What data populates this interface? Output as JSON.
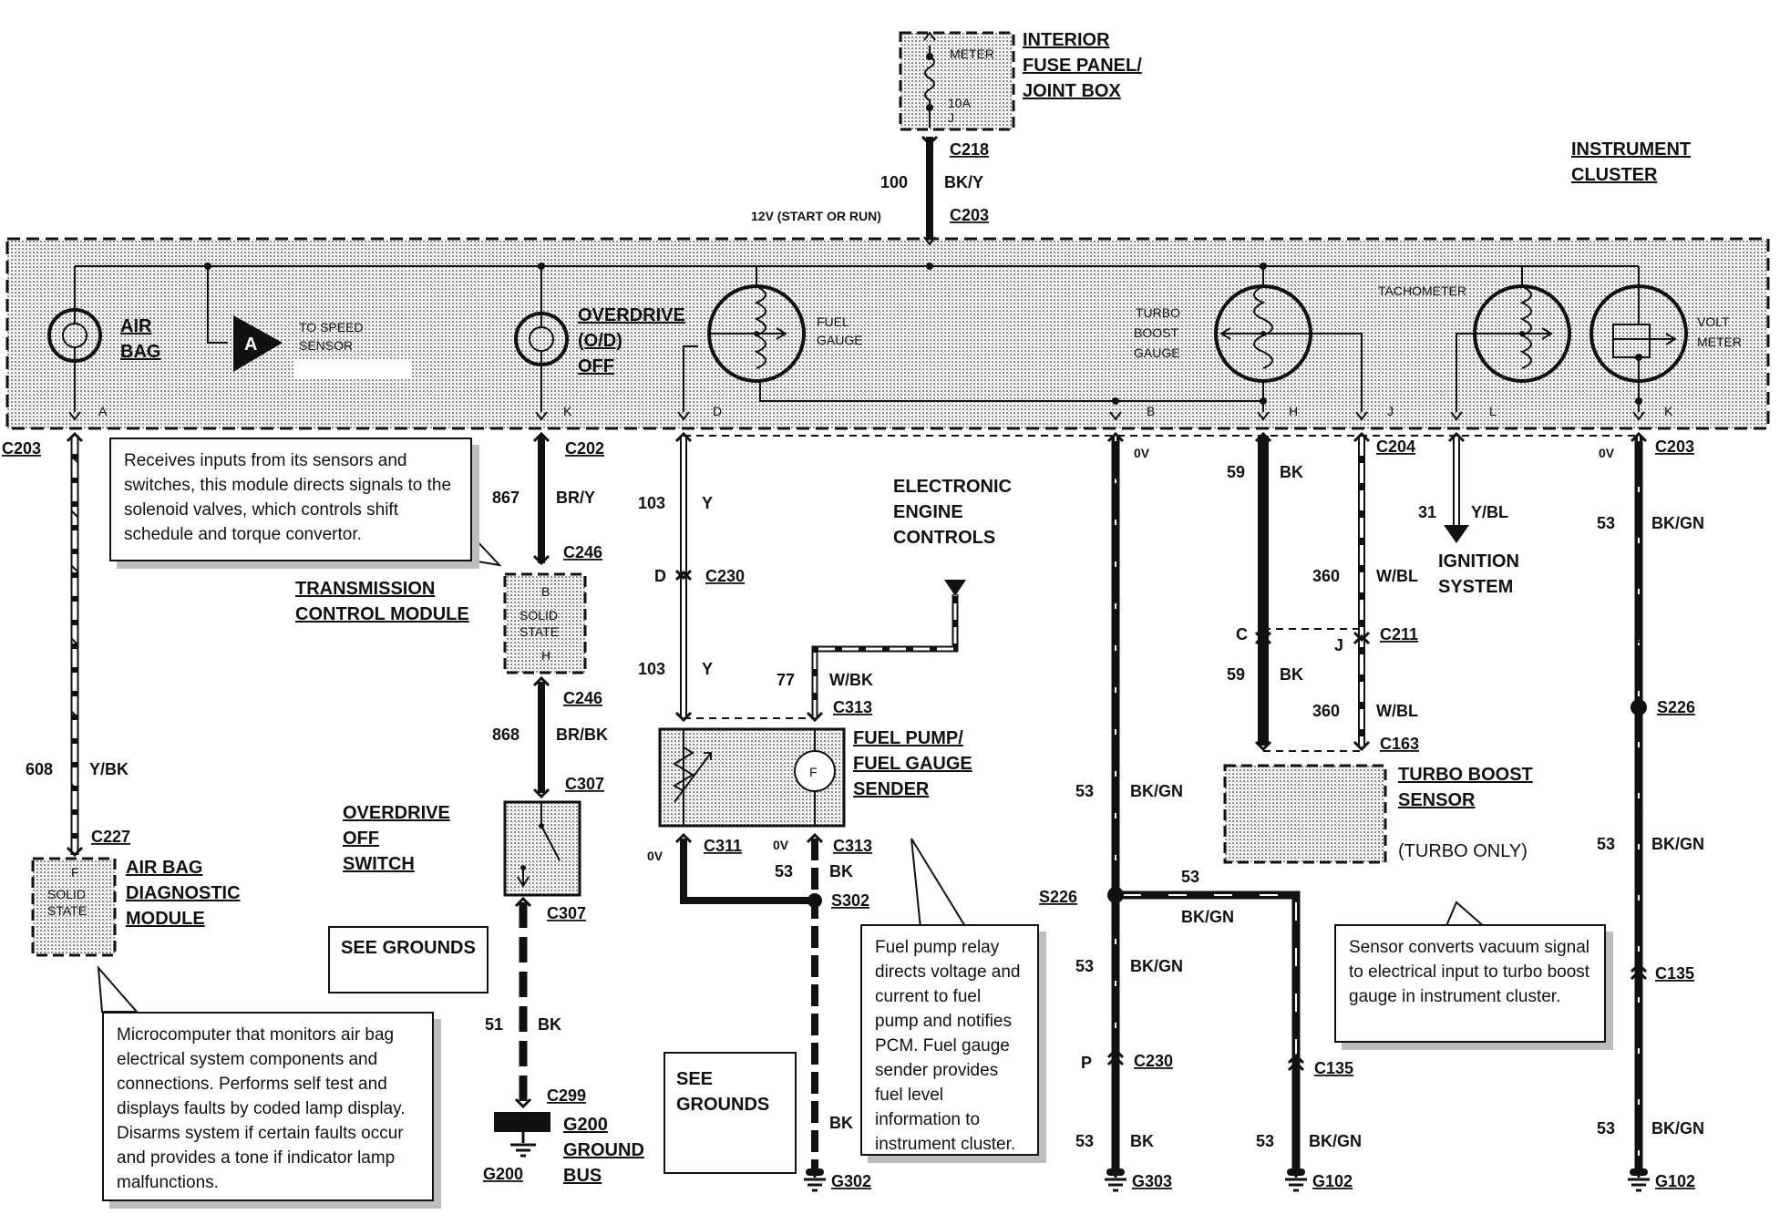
{
  "components": {
    "fuse_panel": {
      "title1": "INTERIOR",
      "title2": "FUSE PANEL/",
      "title3": "JOINT BOX",
      "meter": "METER",
      "amp": "10A",
      "pin": "J"
    },
    "instrument_cluster": {
      "title1": "INSTRUMENT",
      "title2": "CLUSTER"
    },
    "airbag_lamp": {
      "l1": "AIR",
      "l2": "BAG",
      "pin": "A"
    },
    "speed": {
      "glyph": "A",
      "l1": "TO SPEED",
      "l2": "SENSOR"
    },
    "overdrive_lamp": {
      "l1": "OVERDRIVE",
      "l2": "(O/D)",
      "l3": "OFF",
      "pin": "K"
    },
    "fuel_gauge": {
      "l1": "FUEL",
      "l2": "GAUGE",
      "pin": "D"
    },
    "turbo_gauge": {
      "l1": "TURBO",
      "l2": "BOOST",
      "l3": "GAUGE",
      "pin_b": "B",
      "pin_h": "H",
      "pin_j": "J"
    },
    "tachometer": {
      "label": "TACHOMETER",
      "pin": "L"
    },
    "voltmeter": {
      "l1": "VOLT",
      "l2": "METER",
      "pin": "K"
    },
    "tcm": {
      "l1": "TRANSMISSION",
      "l2": "CONTROL MODULE",
      "s1": "SOLID",
      "s2": "STATE",
      "pin_top": "B",
      "pin_bot": "H"
    },
    "airbag_module": {
      "l1": "AIR BAG",
      "l2": "DIAGNOSTIC",
      "l3": "MODULE",
      "s1": "SOLID",
      "s2": "STATE",
      "pin": "F"
    },
    "od_switch": {
      "l1": "OVERDRIVE",
      "l2": "OFF",
      "l3": "SWITCH"
    },
    "eec": {
      "l1": "ELECTRONIC",
      "l2": "ENGINE",
      "l3": "CONTROLS"
    },
    "fuel_pump": {
      "l1": "FUEL PUMP/",
      "l2": "FUEL GAUGE",
      "l3": "SENDER",
      "glyph": "F"
    },
    "ignition": {
      "l1": "IGNITION",
      "l2": "SYSTEM"
    },
    "turbo_sensor": {
      "l1": "TURBO BOOST",
      "l2": "SENSOR",
      "l3": "(TURBO ONLY)"
    },
    "ground_bus": {
      "l1": "G200",
      "l2": "GROUND",
      "l3": "BUS"
    }
  },
  "connectors": {
    "c218": "C218",
    "c203_top": "C203",
    "c203_left": "C203",
    "c203_right": "C203",
    "c202": "C202",
    "c246_a": "C246",
    "c246_b": "C246",
    "c307_a": "C307",
    "c307_b": "C307",
    "c299": "C299",
    "c227": "C227",
    "c230_a": "C230",
    "c230_a_pin": "D",
    "c313_a": "C313",
    "c311": "C311",
    "c313_b": "C313",
    "c204": "C204",
    "c211": "C211",
    "c211_pin_c": "C",
    "c211_pin_j": "J",
    "c163": "C163",
    "c135_a": "C135",
    "c135_b": "C135",
    "c230_b": "C230",
    "c230_b_pin": "P",
    "s302": "S302",
    "s226_a": "S226",
    "s226_b": "S226"
  },
  "grounds": {
    "g200": "G200",
    "g302": "G302",
    "g303": "G303",
    "g102_a": "G102",
    "g102_b": "G102"
  },
  "wires": {
    "w100": {
      "num": "100",
      "color": "BK/Y"
    },
    "power": "12V (START OR RUN)",
    "w608": {
      "num": "608",
      "color": "Y/BK"
    },
    "w867": {
      "num": "867",
      "color": "BR/Y"
    },
    "w868": {
      "num": "868",
      "color": "BR/BK"
    },
    "w51": {
      "num": "51",
      "color": "BK"
    },
    "w103a": {
      "num": "103",
      "color": "Y"
    },
    "w103b": {
      "num": "103",
      "color": "Y"
    },
    "w77": {
      "num": "77",
      "color": "W/BK"
    },
    "w53_s302": {
      "num": "53",
      "color": "BK"
    },
    "w_g302": {
      "color": "BK"
    },
    "w53_b1": {
      "num": "53",
      "color": "BK/GN"
    },
    "w53_h": {
      "num": "53",
      "color": "BK/GN"
    },
    "w53_b2": {
      "num": "53",
      "color": "BK/GN"
    },
    "w53_b3": {
      "num": "53",
      "color": "BK"
    },
    "w53_c135": {
      "num": "53",
      "color": "BK/GN"
    },
    "w59a": {
      "num": "59",
      "color": "BK"
    },
    "w59b": {
      "num": "59",
      "color": "BK"
    },
    "w360a": {
      "num": "360",
      "color": "W/BL"
    },
    "w360b": {
      "num": "360",
      "color": "W/BL"
    },
    "w31": {
      "num": "31",
      "color": "Y/BL"
    },
    "w53_k1": {
      "num": "53",
      "color": "BK/GN"
    },
    "w53_k2": {
      "num": "53",
      "color": "BK/GN"
    },
    "w53_k3": {
      "num": "53",
      "color": "BK/GN"
    },
    "ov_b": "0V",
    "ov_k": "0V",
    "ov_c311": "0V",
    "ov_c313": "0V"
  },
  "notes": {
    "tcm": "Receives inputs from its sensors and switches, this module directs signals to the solenoid valves, which controls shift schedule and torque convertor.",
    "airbag": "Microcomputer that monitors air bag electrical system components and connections. Performs self test and displays faults by coded lamp display. Disarms system if certain faults occur and provides a tone if indicator lamp malfunctions.",
    "fuelpump": "Fuel pump relay directs voltage and current to fuel pump and notifies PCM. Fuel gauge sender provides fuel level information to instrument cluster.",
    "turbo": "Sensor converts vacuum signal to electrical input to turbo boost gauge in instrument cluster.",
    "see_grounds_1": "SEE GROUNDS",
    "see_grounds_2": "SEE GROUNDS"
  }
}
